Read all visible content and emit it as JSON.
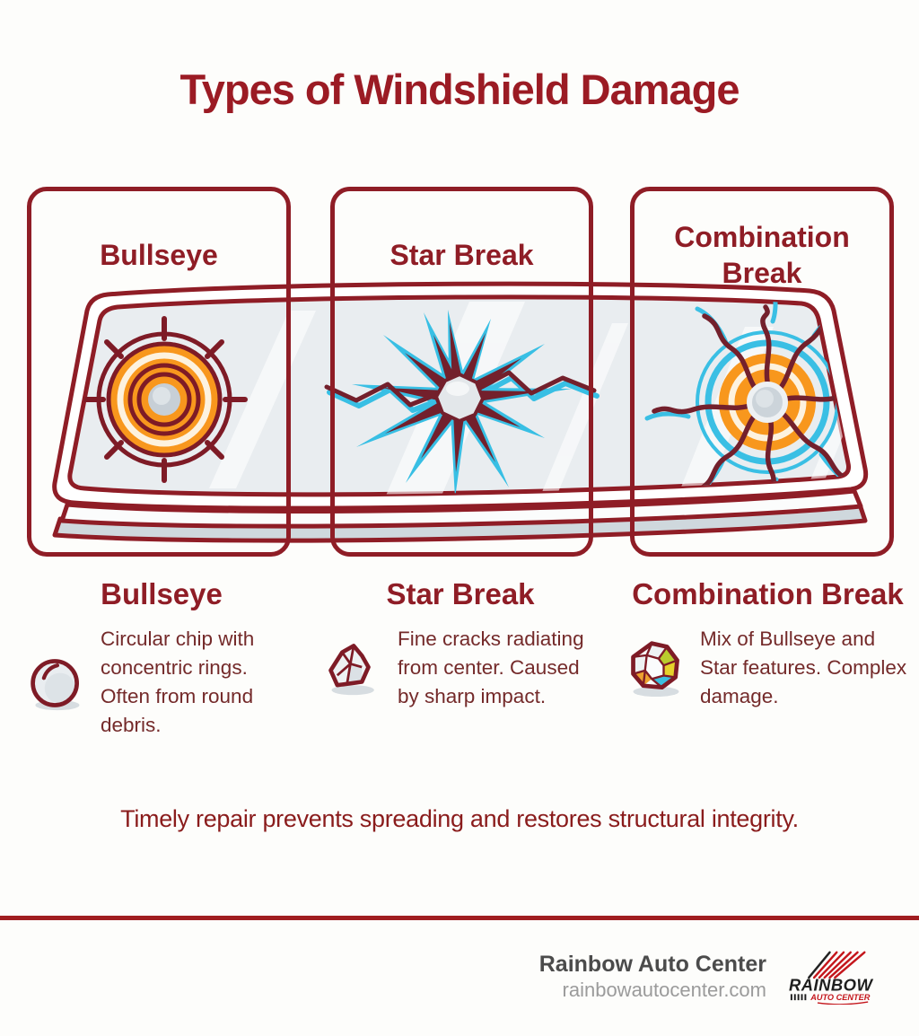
{
  "title": "Types of Windshield Damage",
  "panels": [
    {
      "label": "Bullseye"
    },
    {
      "label": "Star Break"
    },
    {
      "label": "Combination Break"
    }
  ],
  "descriptions": [
    {
      "heading": "Bullseye",
      "icon": "ball-icon",
      "text": "Circular chip with concentric rings. Often from round debris."
    },
    {
      "heading": "Star Break",
      "icon": "rock-icon",
      "text": "Fine cracks radiating from center. Caused by sharp impact."
    },
    {
      "heading": "Combination Break",
      "icon": "gem-icon",
      "text": "Mix of Bullseye and Star features. Complex damage."
    }
  ],
  "tagline": "Timely repair prevents spreading and restores structural integrity.",
  "brand": {
    "name": "Rainbow Auto Center",
    "website": "rainbowautocenter.com",
    "logo_primary": "RAINBOW",
    "logo_secondary": "AUTO CENTER"
  },
  "colors": {
    "primary_red": "#9b1b24",
    "outline_red": "#7e1b26",
    "orange": "#f8971d",
    "cyan": "#3abfe4",
    "glass": "#e9edf0",
    "text_maroon": "#742a2a"
  }
}
